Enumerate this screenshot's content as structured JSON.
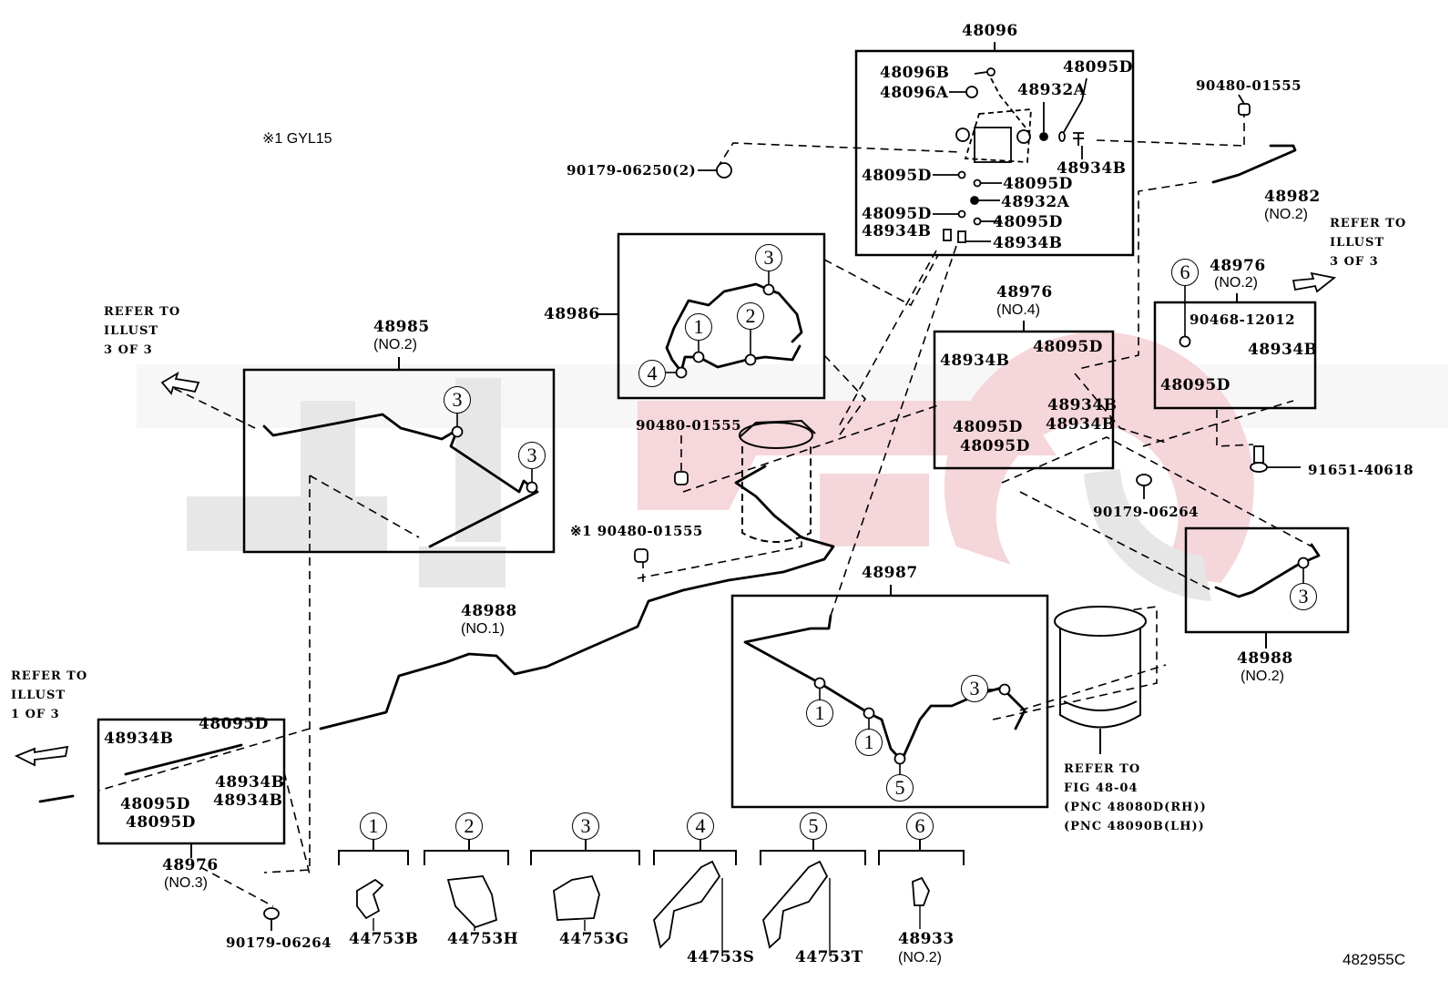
{
  "diagram": {
    "figure_id": "482955C",
    "footnote": "※1 GYL15",
    "watermark_colors": {
      "gray": "#e6e6e6",
      "red": "#f7d6da"
    },
    "assemblies": {
      "a48096": {
        "part": "48096",
        "parts": [
          "48096B",
          "48096A",
          "48932A",
          "48095D",
          "48934B",
          "48095D",
          "48095D",
          "48932A",
          "48095D",
          "48095D",
          "48934B",
          "48934B"
        ]
      },
      "a48096_labels": {
        "p48096B": "48096B",
        "p48096A": "48096A",
        "p48932A_top": "48932A",
        "p48095D_top": "48095D",
        "p48934B_right": "48934B",
        "p48095D_l1": "48095D",
        "p48095D_r1": "48095D",
        "p48932A_mid": "48932A",
        "p48095D_l2": "48095D",
        "p48095D_r2": "48095D",
        "p48934B_l": "48934B",
        "p48934B_r": "48934B"
      },
      "a48986": {
        "part": "48986"
      },
      "a48985": {
        "part": "48985",
        "variant": "(NO.2)"
      },
      "a48976_no4": {
        "part": "48976",
        "variant": "(NO.4)",
        "labels": {
          "p48934B_l": "48934B",
          "p48095D_t": "48095D",
          "p48934B_r1": "48934B",
          "p48095D_m": "48095D",
          "p48934B_r2": "48934B",
          "p48095D_b": "48095D"
        }
      },
      "a48976_no2": {
        "part": "48976",
        "variant": "(NO.2)",
        "labels": {
          "p90468": "90468-12012",
          "p48934B": "48934B",
          "p48095D": "48095D"
        }
      },
      "a48976_no3": {
        "part": "48976",
        "variant": "(NO.3)",
        "labels": {
          "p48934B_l": "48934B",
          "p48095D_t": "48095D",
          "p48934B_r1": "48934B",
          "p48095D_m": "48095D",
          "p48934B_r2": "48934B",
          "p48095D_b": "48095D"
        }
      },
      "a48987": {
        "part": "48987"
      },
      "a48988_no1": {
        "part": "48988",
        "variant": "(NO.1)"
      },
      "a48988_no2": {
        "part": "48988",
        "variant": "(NO.2)"
      },
      "a48982": {
        "part": "48982",
        "variant": "(NO.2)"
      }
    },
    "loose_parts": {
      "p90480_top": "90480-01555",
      "p90179_06250": "90179-06250(2)",
      "p90480_mid": "90480-01555",
      "p90480_star": "※1 90480-01555",
      "p90179_06264_mid": "90179-06264",
      "p91651": "91651-40618",
      "p90179_06264_bot": "90179-06264"
    },
    "references": {
      "left_top": "REFER TO\nILLUST\n3 OF 3",
      "right_top": "REFER TO\nILLUST\n3 OF 3",
      "left_bottom": "REFER TO\nILLUST\n1 OF 3",
      "fig": "REFER TO\nFIG 48-04\n(PNC 48080D(RH))\n(PNC 48090B(LH))"
    },
    "clamp_legend": [
      {
        "index": "1",
        "part": "44753B"
      },
      {
        "index": "2",
        "part": "44753H"
      },
      {
        "index": "3",
        "part": "44753G"
      },
      {
        "index": "4",
        "part": "44753S"
      },
      {
        "index": "5",
        "part": "44753T"
      },
      {
        "index": "6",
        "part": "48933",
        "variant": "(NO.2)"
      }
    ],
    "callouts": {
      "c48986_1": "1",
      "c48986_2": "2",
      "c48986_3": "3",
      "c48986_4": "4",
      "c48985_3a": "3",
      "c48985_3b": "3",
      "c48987_1a": "1",
      "c48987_1b": "1",
      "c48987_5": "5",
      "c48987_3": "3",
      "c48988_3": "3",
      "c48976_6": "6"
    }
  }
}
